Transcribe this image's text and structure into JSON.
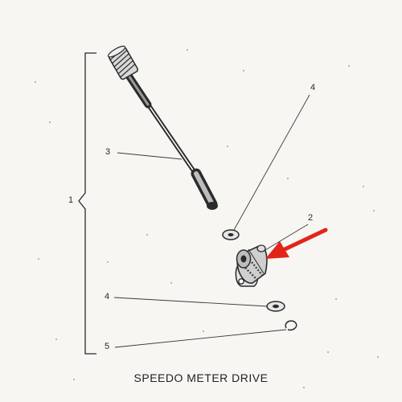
{
  "callouts": {
    "assembly": "1",
    "housing": "2",
    "cable": "3",
    "washer_top": "4",
    "washer_bottom": "4",
    "circlip": "5"
  },
  "caption": "SPEEDO METER DRIVE",
  "colors": {
    "line": "#2b2b2b",
    "arrow": "#e0261b",
    "background": "#f7f6f3"
  }
}
